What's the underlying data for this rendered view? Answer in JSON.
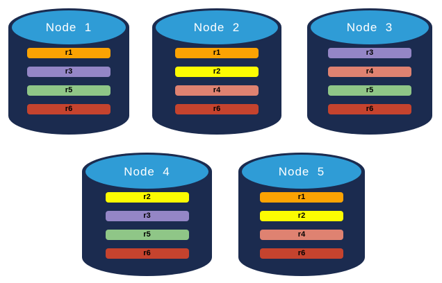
{
  "colors": {
    "cylinder_body": "#1B2B4F",
    "cylinder_top": "#2F9CD6",
    "title_text": "#FFFFFF",
    "bar_text": "#000000"
  },
  "nodes": [
    {
      "title": "Node  1",
      "replicas": [
        {
          "label": "r1",
          "color": "#FBA303"
        },
        {
          "label": "r3",
          "color": "#9486C6"
        },
        {
          "label": "r5",
          "color": "#8FC687"
        },
        {
          "label": "r6",
          "color": "#C5432E"
        }
      ]
    },
    {
      "title": "Node  2",
      "replicas": [
        {
          "label": "r1",
          "color": "#FBA303"
        },
        {
          "label": "r2",
          "color": "#FCFC02"
        },
        {
          "label": "r4",
          "color": "#DF8271"
        },
        {
          "label": "r6",
          "color": "#C5432E"
        }
      ]
    },
    {
      "title": "Node  3",
      "replicas": [
        {
          "label": "r3",
          "color": "#9486C6"
        },
        {
          "label": "r4",
          "color": "#DF8271"
        },
        {
          "label": "r5",
          "color": "#8FC687"
        },
        {
          "label": "r6",
          "color": "#C5432E"
        }
      ]
    },
    {
      "title": "Node  4",
      "replicas": [
        {
          "label": "r2",
          "color": "#FCFC02"
        },
        {
          "label": "r3",
          "color": "#9486C6"
        },
        {
          "label": "r5",
          "color": "#8FC687"
        },
        {
          "label": "r6",
          "color": "#C5432E"
        }
      ]
    },
    {
      "title": "Node  5",
      "replicas": [
        {
          "label": "r1",
          "color": "#FBA303"
        },
        {
          "label": "r2",
          "color": "#FCFC02"
        },
        {
          "label": "r4",
          "color": "#DF8271"
        },
        {
          "label": "r6",
          "color": "#C5432E"
        }
      ]
    }
  ]
}
